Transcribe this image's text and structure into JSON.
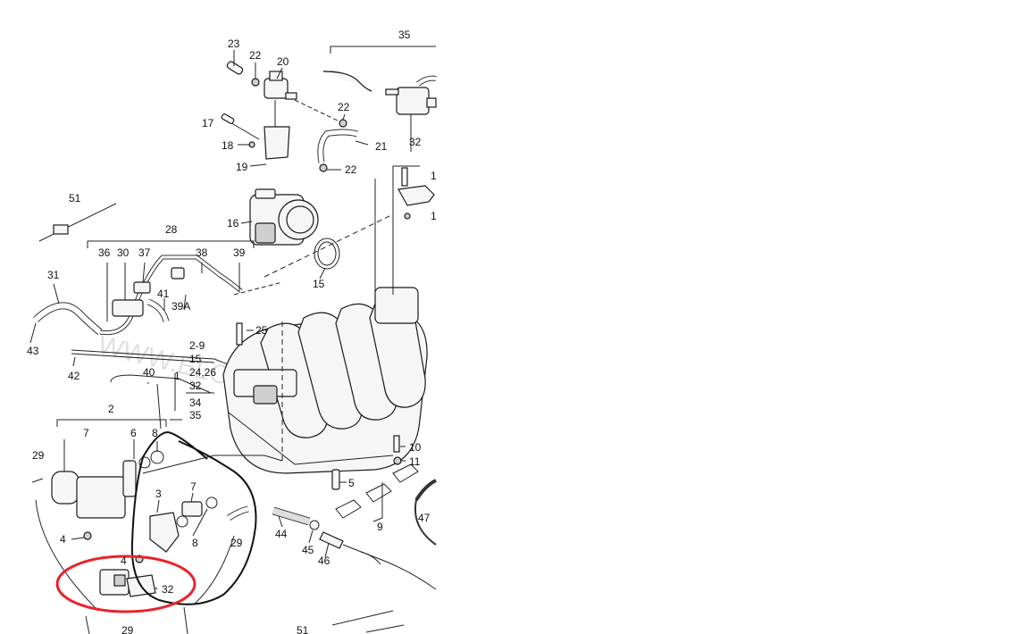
{
  "watermark": "WWW.ELCATS.RU",
  "labels": {
    "l23": "23",
    "l22a": "22",
    "l20": "20",
    "l35": "35",
    "l17": "17",
    "l22b": "22",
    "l21": "21",
    "l18": "18",
    "l19": "19",
    "l22c": "22",
    "l32a": "32",
    "l1a": "1",
    "l1b": "1",
    "l51": "51",
    "l28": "28",
    "l16": "16",
    "l36": "36",
    "l30": "30",
    "l37": "37",
    "l38": "38",
    "l39": "39",
    "l31": "31",
    "l41": "41",
    "l39a": "39A",
    "l15": "15",
    "l25": "25",
    "l43": "43",
    "l2_9": "2-9",
    "l15b": "15",
    "l24_26": "24,26",
    "l40": "40",
    "l1c": "1",
    "l32b": "32",
    "l42": "42",
    "l34": "34",
    "l35b": "35",
    "l2": "2",
    "l7": "7",
    "l6": "6",
    "l8a": "8",
    "l29a": "29",
    "l3": "3",
    "l7b": "7",
    "l10": "10",
    "l11": "11",
    "l5": "5",
    "l4a": "4",
    "l8b": "8",
    "l29b": "29",
    "l44": "44",
    "l9": "9",
    "l47": "47",
    "l45": "45",
    "l4b": "4",
    "l46": "46",
    "l32c": "32",
    "l29c": "29",
    "l51b": "51"
  },
  "annotations": {
    "red_circle_color": "#e8232a",
    "black_circle_color": "#111111"
  }
}
